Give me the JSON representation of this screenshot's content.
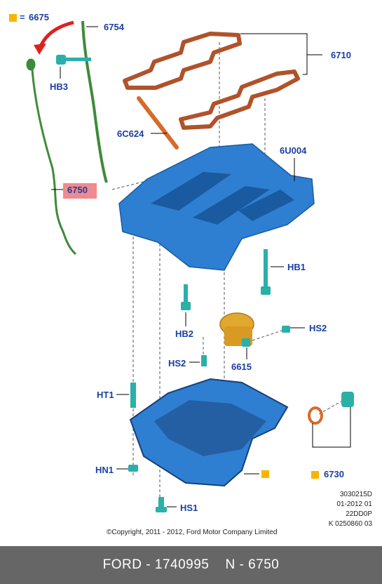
{
  "legend": {
    "equals_text": "=",
    "part": "6675"
  },
  "labels": {
    "p6754": "6754",
    "p6710": "6710",
    "hb3": "HB3",
    "p6c624": "6C624",
    "p6u004": "6U004",
    "p6750": "6750",
    "hb1": "HB1",
    "hb2": "HB2",
    "hs2_right": "HS2",
    "hs2_left": "HS2",
    "p6615": "6615",
    "ht1": "HT1",
    "hn1": "HN1",
    "hs1": "HS1",
    "p6730": "6730"
  },
  "reference": [
    "3030215D",
    "01-2012 01",
    "22DD0P",
    "K 0250860 03"
  ],
  "copyright": "©Copyright, 2011 - 2012, Ford Motor Company Limited",
  "footer": {
    "brand": "FORD",
    "sep": " - ",
    "partno": "1740995",
    "n_label": "N - 6750"
  },
  "colors": {
    "part_blue": "#2e7fd1",
    "label_blue": "#1a3fa3",
    "highlight": "#f08a8e",
    "gasket": "#b0522a",
    "yellow_square": "#f7b500",
    "footer_bg": "#666666",
    "dipstick_green": "#3f8a3a"
  }
}
